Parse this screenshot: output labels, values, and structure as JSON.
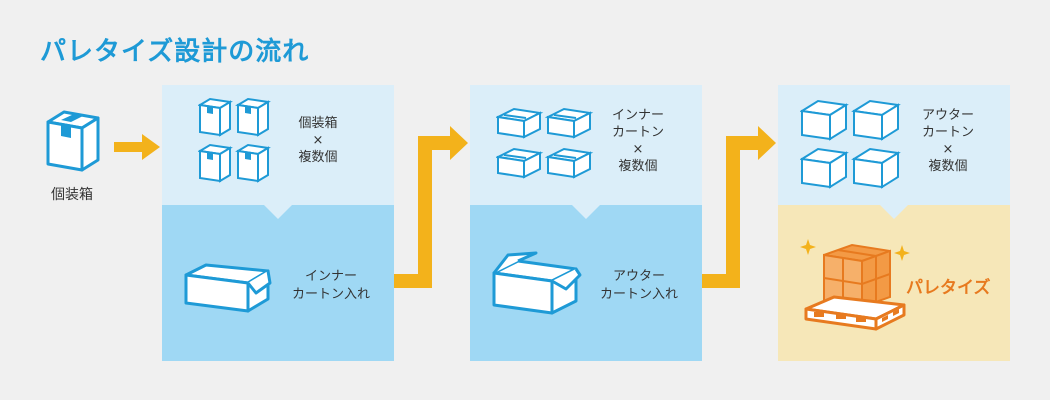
{
  "title": "パレタイズ設計の流れ",
  "start": {
    "label": "個装箱"
  },
  "panels": [
    {
      "top_lines": [
        "個装箱",
        "×",
        "複数個"
      ],
      "bottom_lines": [
        "インナー",
        "カートン入れ"
      ]
    },
    {
      "top_lines": [
        "インナー",
        "カートン",
        "×",
        "複数個"
      ],
      "bottom_lines": [
        "アウター",
        "カートン入れ"
      ]
    },
    {
      "top_lines": [
        "アウター",
        "カートン",
        "×",
        "複数個"
      ],
      "bottom_label": "パレタイズ"
    }
  ],
  "colors": {
    "accent": "#1e9ad6",
    "arrow": "#f3b21b",
    "orange": "#e77a1f",
    "light": "#dbeef9",
    "mid": "#9fd8f4",
    "cream": "#f6e7b8"
  }
}
